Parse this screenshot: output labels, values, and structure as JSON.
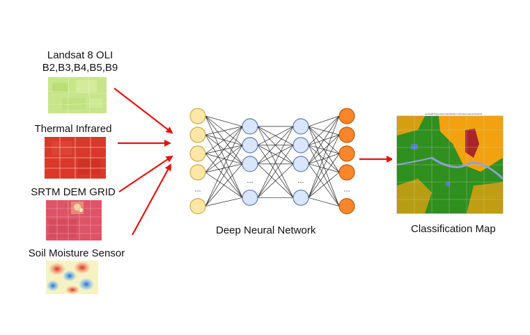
{
  "inputs": [
    {
      "line1": "Landsat 8 OLI",
      "line2": "B2,B3,B4,B5,B9",
      "thumb": "landsat-green"
    },
    {
      "line1": "Thermal Infrared",
      "line2": "",
      "thumb": "thermal-red-grid"
    },
    {
      "line1": "SRTM DEM GRID",
      "line2": "",
      "thumb": "dem-pink-grid"
    },
    {
      "line1": "Soil Moisture Sensor",
      "line2": "",
      "thumb": "soil-moisture-heatmap"
    }
  ],
  "network": {
    "caption": "Deep Neural Network",
    "ellipsis": "...",
    "layers": [
      {
        "nodes": 5,
        "fill": "#fde7a6",
        "stroke": "#c9a94a"
      },
      {
        "nodes": 4,
        "fill": "#d9e6fb",
        "stroke": "#5b7bb5"
      },
      {
        "nodes": 4,
        "fill": "#d9e6fb",
        "stroke": "#5b7bb5"
      },
      {
        "nodes": 5,
        "fill": "#f9862a",
        "stroke": "#c25a0a"
      }
    ]
  },
  "output": {
    "caption": "Classification Map",
    "map_title": "Landsat8 Supervised Classification with Deep Neural Network"
  },
  "colors": {
    "arrow": "#e8120c",
    "edge": "#222222"
  }
}
